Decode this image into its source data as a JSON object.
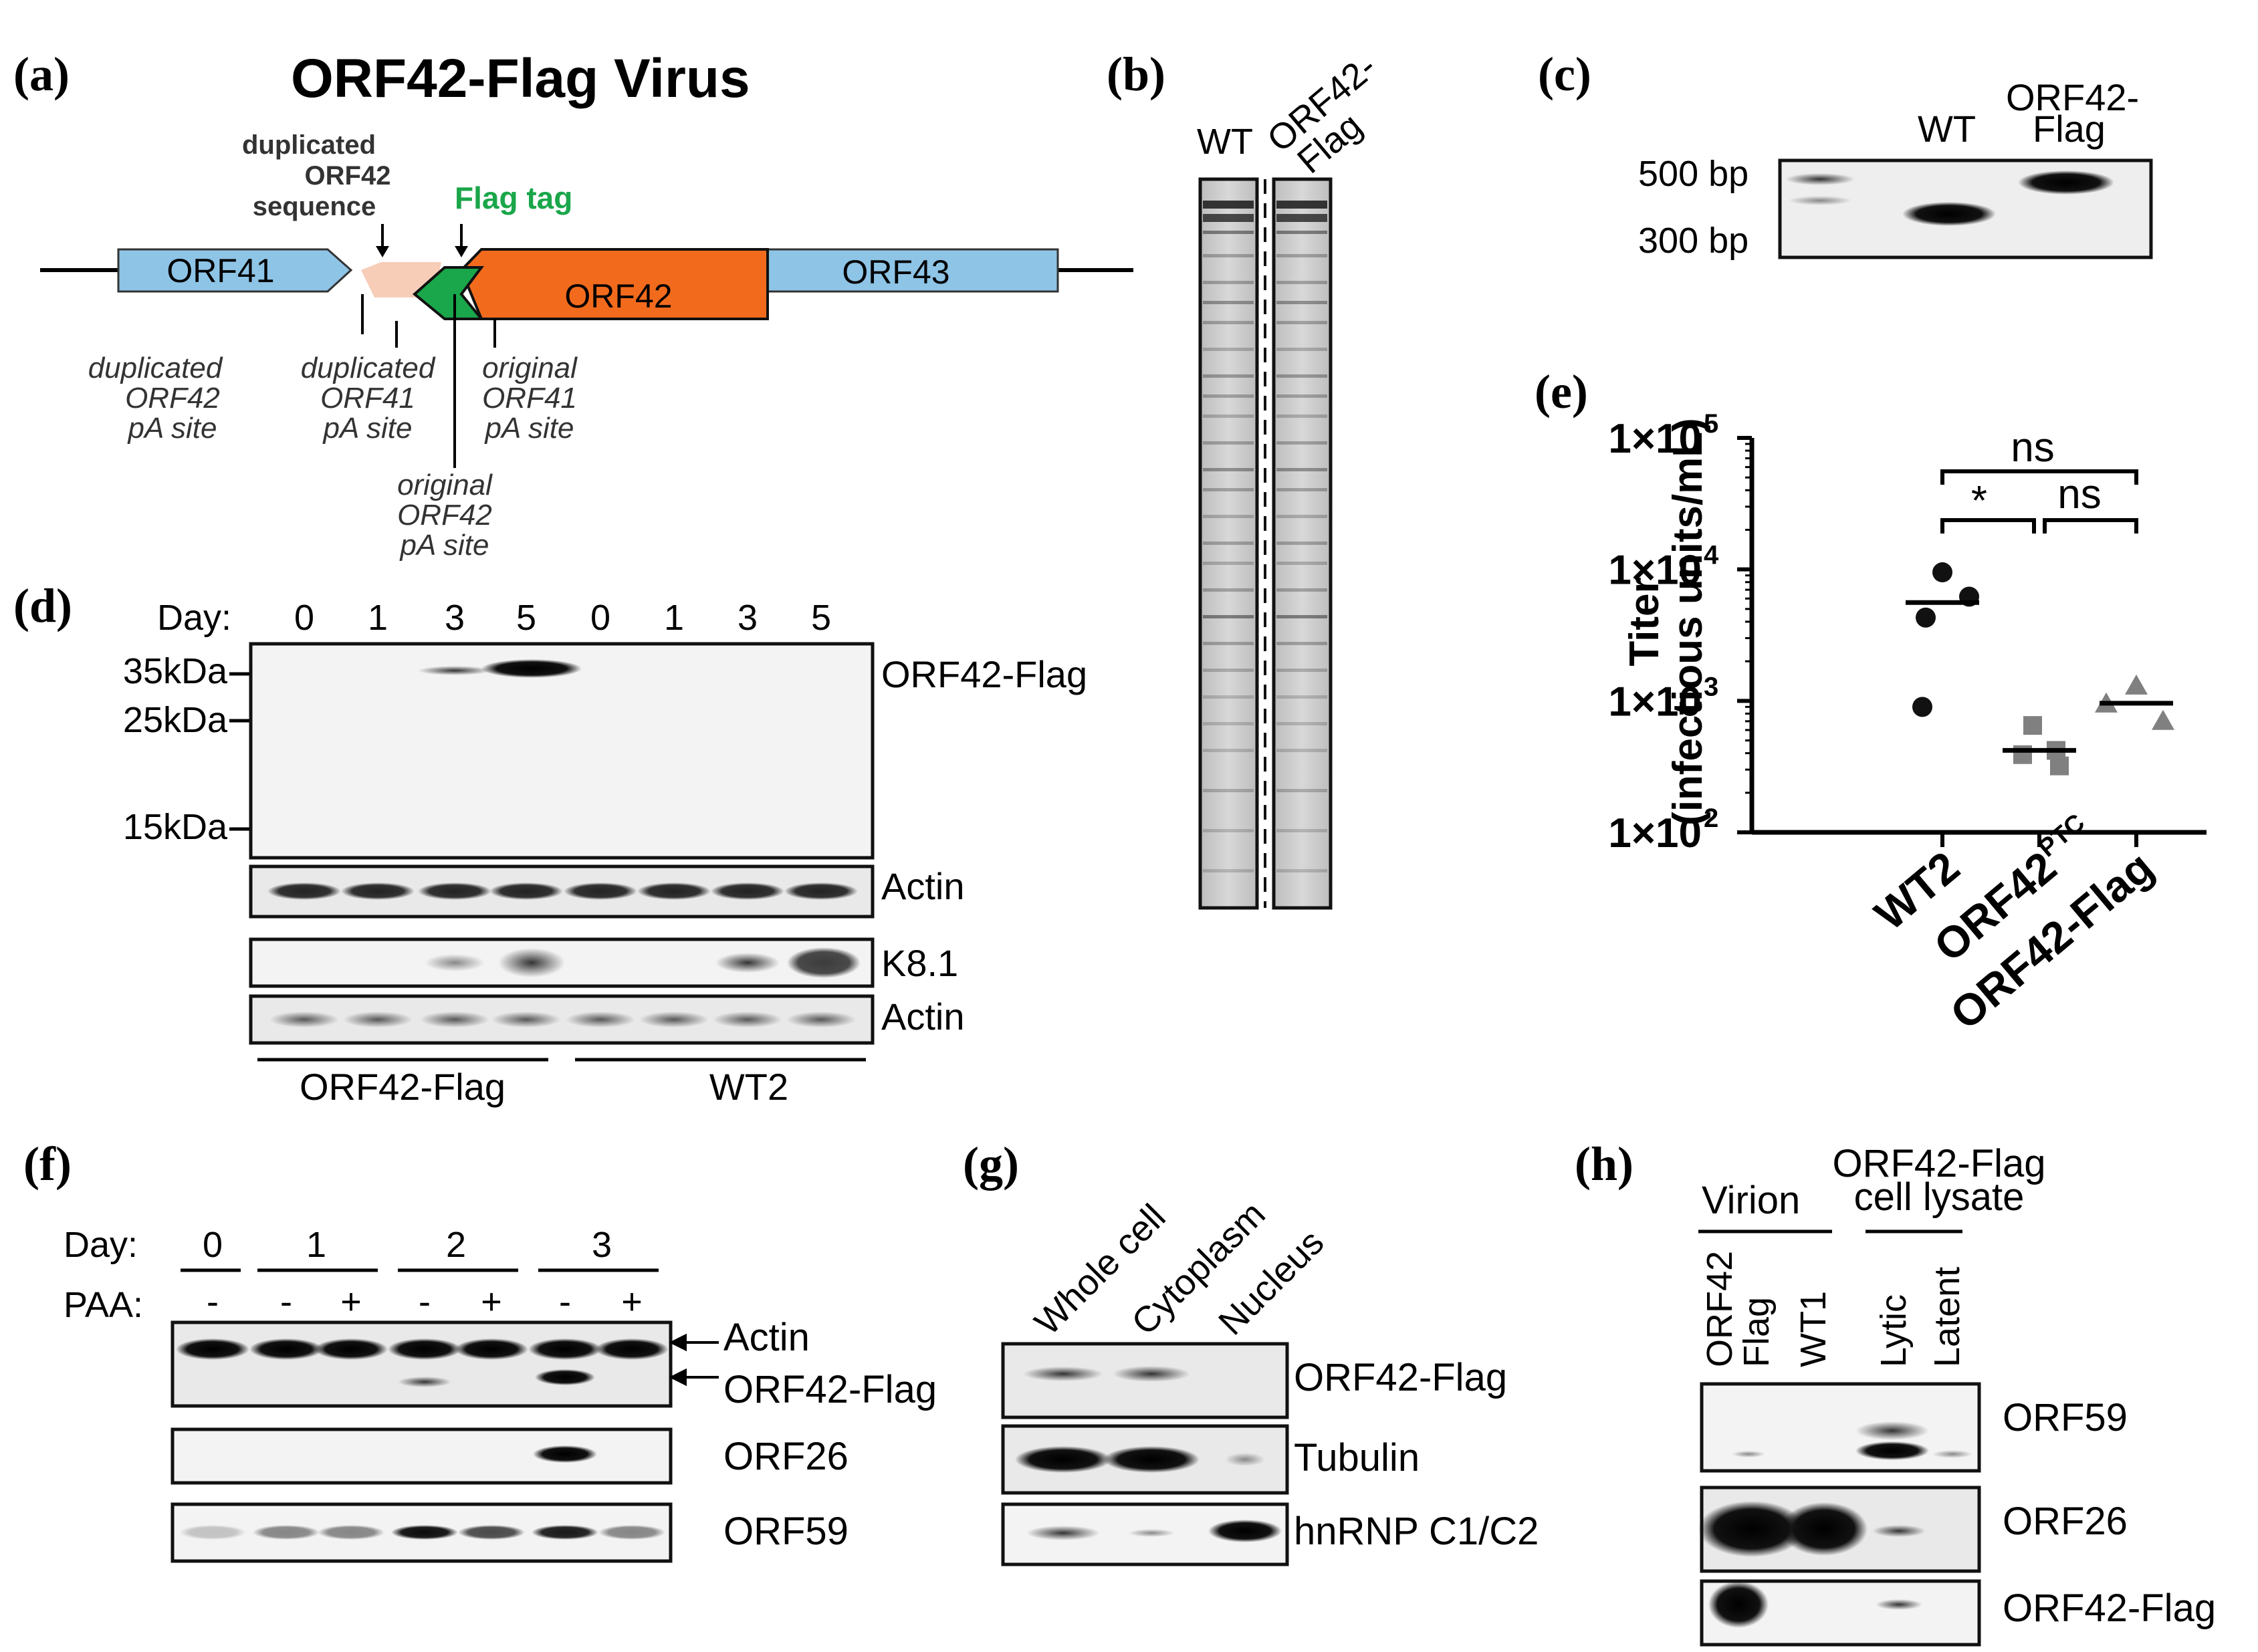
{
  "panels": {
    "a": {
      "letter": "(a)",
      "title": "ORF42-Flag Virus",
      "dup_seq_label": [
        "duplicated",
        "ORF42",
        "sequence"
      ],
      "flag_tag_label": "Flag tag",
      "genes": [
        "ORF41",
        "ORF42",
        "ORF43"
      ],
      "pa_labels": {
        "dup42": [
          "duplicated",
          "ORF42",
          "pA site"
        ],
        "dup41": [
          "duplicated",
          "ORF41",
          "pA site"
        ],
        "orig41": [
          "original",
          "ORF41",
          "pA site"
        ],
        "orig42": [
          "original",
          "ORF42",
          "pA site"
        ]
      },
      "colors": {
        "orf41_43": "#8ec4e6",
        "orf42": "#f26b1d",
        "flag": "#1aa64a",
        "duplicated": "#f7cdb8",
        "flag_text": "#1aa64a"
      }
    },
    "b": {
      "letter": "(b)",
      "lanes": [
        "WT",
        "ORF42-\nFlag"
      ],
      "lane_wt": "WT",
      "lane_flag_1": "ORF42-",
      "lane_flag_2": "Flag"
    },
    "c": {
      "letter": "(c)",
      "markers": [
        "500 bp",
        "300 bp"
      ],
      "lane_wt": "WT",
      "lane_flag_1": "ORF42-",
      "lane_flag_2": "Flag"
    },
    "d": {
      "letter": "(d)",
      "day_label": "Day:",
      "days": [
        "0",
        "1",
        "3",
        "5",
        "0",
        "1",
        "3",
        "5"
      ],
      "markers": [
        "35kDa",
        "25kDa",
        "15kDa"
      ],
      "bands": [
        "ORF42-Flag",
        "Actin",
        "K8.1",
        "Actin"
      ],
      "groups": [
        "ORF42-Flag",
        "WT2"
      ]
    },
    "e": {
      "letter": "(e)",
      "ns1": "ns",
      "ns2": "ns",
      "star": "*"
    },
    "f": {
      "letter": "(f)",
      "day_label": "Day:",
      "paa_label": "PAA:",
      "days": [
        "0",
        "1",
        "2",
        "3"
      ],
      "paa": [
        "-",
        "-",
        "+",
        "-",
        "+",
        "-",
        "+"
      ],
      "bands": [
        "Actin",
        "ORF42-Flag",
        "ORF26",
        "ORF59"
      ]
    },
    "g": {
      "letter": "(g)",
      "lanes": [
        "Whole cell",
        "Cytoplasm",
        "Nucleus"
      ],
      "bands": [
        "ORF42-Flag",
        "Tubulin",
        "hnRNP C1/C2"
      ]
    },
    "h": {
      "letter": "(h)",
      "group_virion": "Virion",
      "group_lysate_1": "ORF42-Flag",
      "group_lysate_2": "cell lysate",
      "lanes": [
        "ORF42\nFlag",
        "WT1",
        "Lytic",
        "Latent"
      ],
      "lane_flag_1": "ORF42",
      "lane_flag_2": "Flag",
      "bands": [
        "ORF59",
        "ORF26",
        "ORF42-Flag"
      ]
    }
  },
  "chart_data": {
    "type": "scatter",
    "title": "",
    "ylabel_1": "Titer",
    "ylabel_2": "(infectious units/mL)",
    "yscale": "log",
    "ylim": [
      100,
      100000
    ],
    "ytick_labels": [
      "1×10",
      "1×10",
      "1×10",
      "1×10"
    ],
    "ytick_exponents": [
      "2",
      "3",
      "4",
      "5"
    ],
    "yticks": [
      100,
      1000,
      10000,
      100000
    ],
    "categories": [
      "WT2",
      "ORF42",
      "ORF42-Flag"
    ],
    "category_superscripts": [
      "",
      "PTC",
      ""
    ],
    "series": [
      {
        "category": "WT2",
        "marker": "circle",
        "color": "#111111",
        "values": [
          9500,
          6200,
          4300,
          900
        ],
        "mean": 5600
      },
      {
        "category": "ORF42PTC",
        "marker": "square",
        "color": "#808080",
        "values": [
          650,
          420,
          390,
          320
        ],
        "mean": 420
      },
      {
        "category": "ORF42-Flag",
        "marker": "triangle",
        "color": "#808080",
        "values": [
          1300,
          950,
          700
        ],
        "mean": 960
      }
    ],
    "significance": [
      {
        "pair": [
          "WT2",
          "ORF42-Flag"
        ],
        "label": "ns"
      },
      {
        "pair": [
          "WT2",
          "ORF42PTC"
        ],
        "label": "*"
      },
      {
        "pair": [
          "ORF42PTC",
          "ORF42-Flag"
        ],
        "label": "ns"
      }
    ]
  }
}
